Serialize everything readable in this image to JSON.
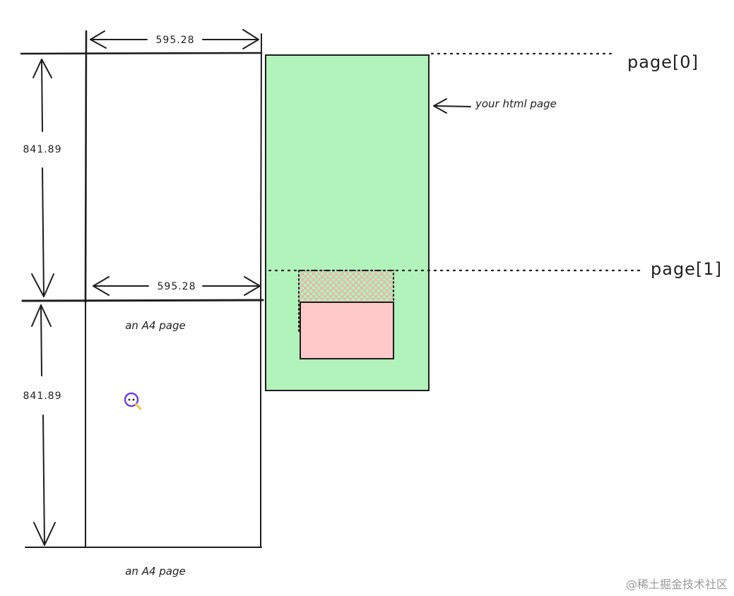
{
  "diagram": {
    "top_width_label": "595.28",
    "middle_width_label": "595.28",
    "top_height_label": "841.89",
    "bottom_height_label": "841.89",
    "caption_first": "an A4 page",
    "caption_second": "an A4 page",
    "page0_label": "page[0]",
    "page1_label": "page[1]",
    "html_page_note": "your html page",
    "watermark": "@稀土掘金技术社区"
  },
  "colors": {
    "html_page_fill": "#b2f2bb",
    "element_fill": "#ffc9c9",
    "stroke": "#1e1e1e",
    "cursor_icon": "#6c3ee8"
  },
  "icons": {
    "cursor": "cursor-face-icon"
  }
}
